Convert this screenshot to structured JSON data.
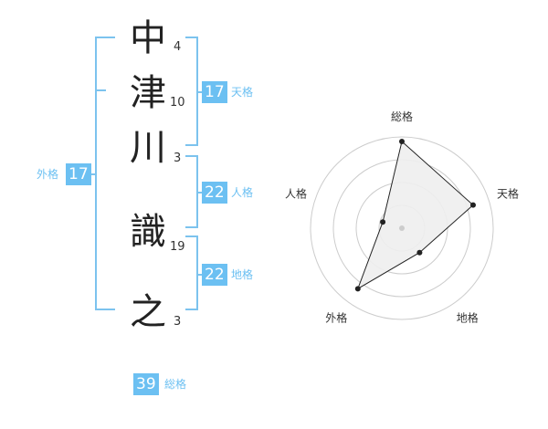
{
  "name": {
    "characters": [
      {
        "char": "中",
        "strokes": "4"
      },
      {
        "char": "津",
        "strokes": "10"
      },
      {
        "char": "川",
        "strokes": "3"
      },
      {
        "char": "識",
        "strokes": "19"
      },
      {
        "char": "之",
        "strokes": "3"
      }
    ]
  },
  "fortune": {
    "tenkaku": {
      "label": "天格",
      "value": "17"
    },
    "jinkaku": {
      "label": "人格",
      "value": "22"
    },
    "chikaku": {
      "label": "地格",
      "value": "22"
    },
    "gaikaku": {
      "label": "外格",
      "value": "17"
    },
    "soukaku": {
      "label": "総格",
      "value": "39"
    }
  },
  "colors": {
    "accent": "#6cc0f2",
    "bracket": "#7cc3ee",
    "grid": "#cccccc",
    "fill": "#eeeeee",
    "line": "#222222"
  },
  "chart_data": {
    "type": "radar",
    "axes": [
      "総格",
      "天格",
      "地格",
      "外格",
      "人格"
    ],
    "values": [
      0.95,
      0.82,
      0.33,
      0.82,
      0.22
    ],
    "rings": 4,
    "ylim": [
      0,
      1
    ]
  }
}
